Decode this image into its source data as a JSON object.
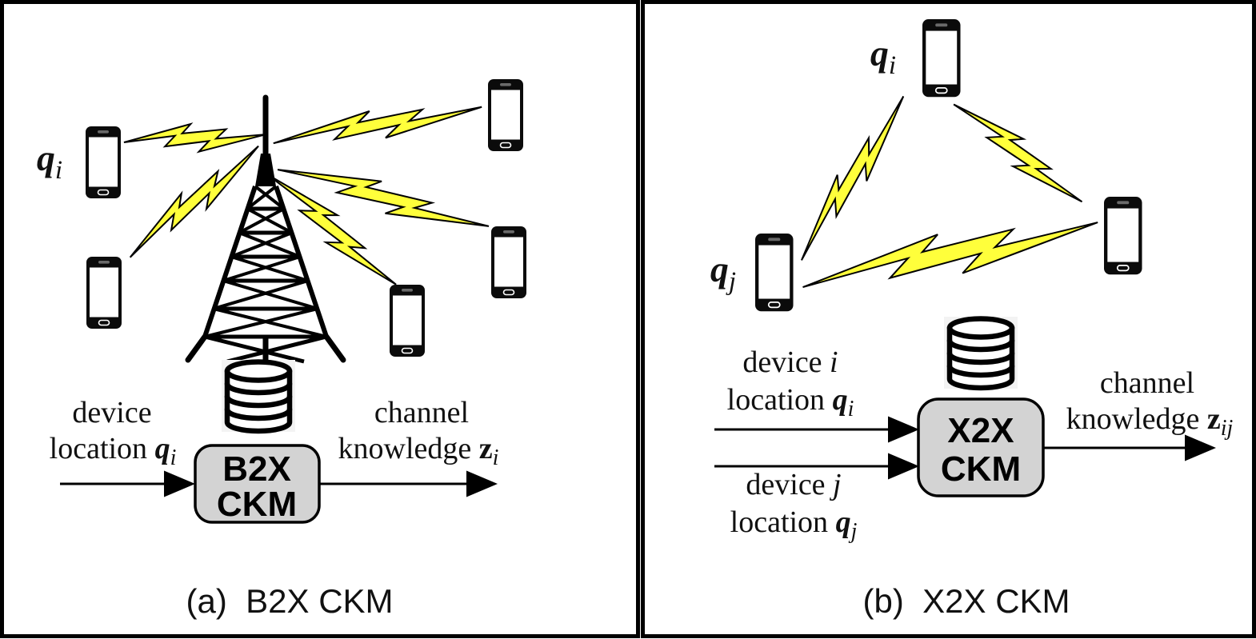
{
  "figure": {
    "title": "CKM types figure"
  },
  "colors": {
    "bolt_yellow": "#FFFF3B",
    "box_gray": "#D3D3D3",
    "line_black": "#000000",
    "db_bg": "#F3F3F3"
  },
  "icons": {
    "tower": "cell-tower-icon",
    "phone": "smartphone-icon",
    "bolt": "lightning-bolt-icon",
    "database": "database-icon",
    "arrow": "arrow-right-icon"
  },
  "panel_a": {
    "caption": "(a)  B2X CKM",
    "phone_label": {
      "var": "q",
      "sub": "i"
    },
    "box": {
      "line1": "B2X",
      "line2": "CKM"
    },
    "input": {
      "line1": "device",
      "line2_word": "location ",
      "line2_var": "q",
      "line2_sub": "i"
    },
    "output": {
      "line1": "channel",
      "line2_word": "knowledge ",
      "line2_var": "z",
      "line2_sub": "i"
    }
  },
  "panel_b": {
    "caption": "(b)  X2X CKM",
    "phone_label_i": {
      "var": "q",
      "sub": "i"
    },
    "phone_label_j": {
      "var": "q",
      "sub": "j"
    },
    "box": {
      "line1": "X2X",
      "line2": "CKM"
    },
    "input1": {
      "line1_word": "device ",
      "line1_var": "i",
      "line2_word": "location ",
      "line2_var": "q",
      "line2_sub": "i"
    },
    "input2": {
      "line1_word": "device ",
      "line1_var": "j",
      "line2_word": "location ",
      "line2_var": "q",
      "line2_sub": "j"
    },
    "output": {
      "line1": "channel",
      "line2_word": "knowledge ",
      "line2_var": "z",
      "line2_sub": "ij"
    }
  }
}
